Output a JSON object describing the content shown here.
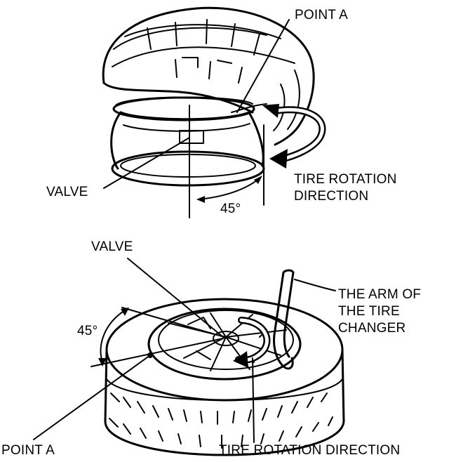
{
  "top_figure": {
    "point_label": "POINT A",
    "valve_label": "VALVE",
    "direction_line1": "TIRE ROTATION",
    "direction_line2": "DIRECTION",
    "angle_label": "45°"
  },
  "bottom_figure": {
    "valve_label": "VALVE",
    "angle_label": "45°",
    "arm_line1": "THE ARM OF",
    "arm_line2": "THE TIRE",
    "arm_line3": "CHANGER",
    "point_label": "POINT A",
    "direction_label": "TIRE ROTATION DIRECTION"
  },
  "colors": {
    "ink": "#000000",
    "paper": "#ffffff"
  }
}
